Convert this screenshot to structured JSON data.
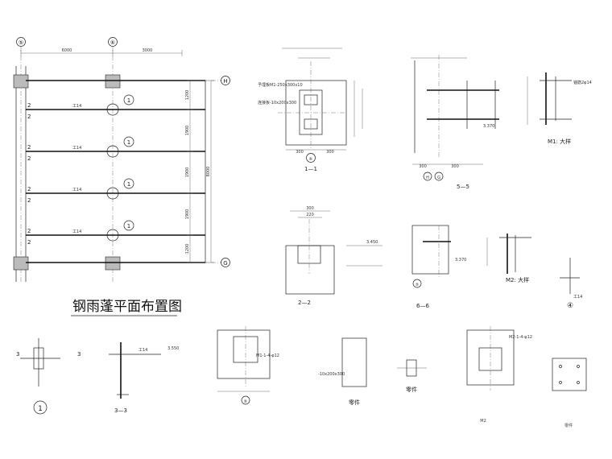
{
  "plan": {
    "title": "钢雨蓬平面布置图",
    "axis_top": [
      "⑤",
      "⑥"
    ],
    "axis_right": [
      "H",
      "G"
    ],
    "dims_top": [
      "6000",
      "3000"
    ],
    "dim_total": "8000",
    "dims_right": [
      "1200",
      "1900",
      "1900",
      "1900",
      "1200"
    ],
    "beam_label": "工14",
    "section_mark": "2",
    "callout": "1"
  },
  "details": {
    "d1": {
      "title": "1—1",
      "axis": "⑥",
      "dims_bottom": [
        "300",
        "300"
      ],
      "note1": "予埋板M1-250x300x10",
      "note2": "连接板-10x200x300"
    },
    "d5": {
      "title": "5—5",
      "axis_a": "H",
      "axis_b": "G",
      "dims_bottom": [
        "300",
        "300"
      ],
      "level": "3.370"
    },
    "m1": {
      "title": "M1: 大样",
      "note": "锚筋2φ14"
    },
    "d2": {
      "title": "2—2",
      "dims_top": [
        "300",
        "220"
      ],
      "level": "3.450"
    },
    "d6": {
      "title": "6—6",
      "axis": "⑤",
      "level": "3.370"
    },
    "m2": {
      "title": "M2: 大样"
    },
    "d4": {
      "title": "④",
      "label": "工14"
    },
    "d1b": {
      "title": "1",
      "marks": [
        "3",
        "3"
      ]
    },
    "d3": {
      "title": "3—3",
      "level": "3.550",
      "label": "工14"
    },
    "e1": {
      "title": "⑥",
      "label": "M1-1-4-φ12"
    },
    "part_a": {
      "title": "零件",
      "note": "-10x200x300"
    },
    "part_b": {
      "title": "零件"
    },
    "e2": {
      "title": "M2",
      "label": "M2-1-4-φ12"
    },
    "part_c": {
      "title": "零件"
    }
  }
}
